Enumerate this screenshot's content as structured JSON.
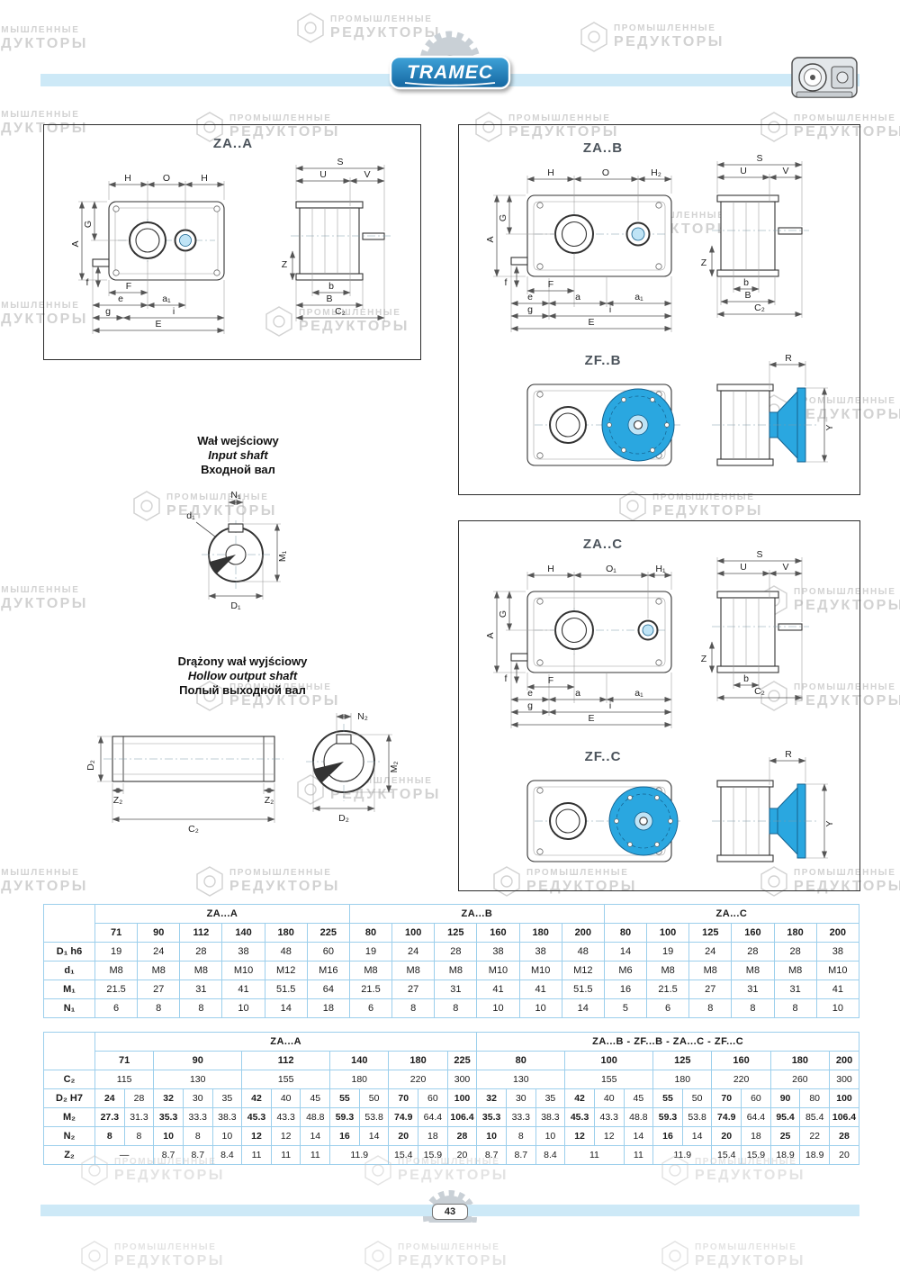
{
  "page": {
    "number": "43",
    "brand": "TRAMEC"
  },
  "watermark": {
    "line1": "ПРОМЫШЛЕННЫЕ",
    "line2": "РЕДУКТОРЫ"
  },
  "sections": {
    "zaa": {
      "title": "ZA..A"
    },
    "zab": {
      "title": "ZA..B"
    },
    "zfb": {
      "title": "ZF..B"
    },
    "zac": {
      "title": "ZA..C"
    },
    "zfc": {
      "title": "ZF..C"
    },
    "input_shaft": {
      "pl": "Wał wejściowy",
      "en": "Input shaft",
      "ru": "Входной вал"
    },
    "hollow_shaft": {
      "pl": "Drążony wał wyjściowy",
      "en": "Hollow output shaft",
      "ru": "Полый выходной вал"
    }
  },
  "dims": {
    "zaa": {
      "top": [
        "H",
        "O",
        "H"
      ],
      "side_top": [
        "S",
        "U",
        "V"
      ],
      "left": [
        "A",
        "G",
        "f"
      ],
      "bottom": [
        "F",
        "e",
        "a₁",
        "g",
        "i",
        "E"
      ],
      "side_bottom": [
        "Z",
        "b",
        "B",
        "C₂"
      ]
    },
    "zab": {
      "top": [
        "H",
        "O",
        "H₂"
      ],
      "side_top": [
        "S",
        "U",
        "V"
      ],
      "left": [
        "A",
        "G",
        "f"
      ],
      "bottom": [
        "F",
        "e",
        "a",
        "a₁",
        "g",
        "i",
        "E"
      ],
      "side_bottom": [
        "Z",
        "b",
        "B",
        "C₂"
      ]
    },
    "zfb": {
      "r": "R",
      "y": "Y"
    },
    "zac": {
      "top": [
        "H",
        "O₁",
        "H₁"
      ],
      "side_top": [
        "S",
        "U",
        "V"
      ],
      "left": [
        "A",
        "G",
        "f"
      ],
      "bottom": [
        "F",
        "e",
        "a",
        "a₁",
        "g",
        "i",
        "E"
      ],
      "side_bottom": [
        "Z",
        "b",
        "C₂"
      ]
    },
    "zfc": {
      "r": "R",
      "y": "Y"
    },
    "input": {
      "n1": "N₁",
      "d1": "d₁",
      "m1": "M₁",
      "dd1": "D₁"
    },
    "hollow": {
      "d2": "D₂",
      "z2l": "Z₂",
      "z2r": "Z₂",
      "c2": "C₂",
      "n2": "N₂",
      "m2": "M₂",
      "d2c": "D₂"
    }
  },
  "table1": {
    "groups": [
      {
        "label": "ZA...A",
        "sizes": [
          "71",
          "90",
          "112",
          "140",
          "180",
          "225"
        ]
      },
      {
        "label": "ZA...B",
        "sizes": [
          "80",
          "100",
          "125",
          "160",
          "180",
          "200"
        ]
      },
      {
        "label": "ZA...C",
        "sizes": [
          "80",
          "100",
          "125",
          "160",
          "180",
          "200"
        ]
      }
    ],
    "rows": [
      {
        "label": "D₁ h6",
        "values": [
          "19",
          "24",
          "28",
          "38",
          "48",
          "60",
          "19",
          "24",
          "28",
          "38",
          "38",
          "48",
          "14",
          "19",
          "24",
          "28",
          "28",
          "38"
        ]
      },
      {
        "label": "d₁",
        "values": [
          "M8",
          "M8",
          "M8",
          "M10",
          "M12",
          "M16",
          "M8",
          "M8",
          "M8",
          "M10",
          "M10",
          "M12",
          "M6",
          "M8",
          "M8",
          "M8",
          "M8",
          "M10"
        ]
      },
      {
        "label": "M₁",
        "values": [
          "21.5",
          "27",
          "31",
          "41",
          "51.5",
          "64",
          "21.5",
          "27",
          "31",
          "41",
          "41",
          "51.5",
          "16",
          "21.5",
          "27",
          "31",
          "31",
          "41"
        ]
      },
      {
        "label": "N₁",
        "values": [
          "6",
          "8",
          "8",
          "10",
          "14",
          "18",
          "6",
          "8",
          "8",
          "10",
          "10",
          "14",
          "5",
          "6",
          "8",
          "8",
          "8",
          "10"
        ]
      }
    ]
  },
  "table2": {
    "groups": [
      {
        "label": "ZA...A",
        "span": 13
      },
      {
        "label": "ZA...B - ZF...B - ZA...C - ZF...C",
        "span": 13
      }
    ],
    "size_row": [
      {
        "t": "71",
        "s": 2
      },
      {
        "t": "90",
        "s": 3
      },
      {
        "t": "112",
        "s": 3
      },
      {
        "t": "140",
        "s": 2
      },
      {
        "t": "180",
        "s": 2
      },
      {
        "t": "225",
        "s": 1
      },
      {
        "t": "80",
        "s": 3
      },
      {
        "t": "100",
        "s": 3
      },
      {
        "t": "125",
        "s": 2
      },
      {
        "t": "160",
        "s": 2
      },
      {
        "t": "180",
        "s": 2
      },
      {
        "t": "200",
        "s": 1
      }
    ],
    "rows": [
      {
        "label": "C₂",
        "cells": [
          {
            "t": "115",
            "s": 2
          },
          {
            "t": "130",
            "s": 3
          },
          {
            "t": "155",
            "s": 3
          },
          {
            "t": "180",
            "s": 2
          },
          {
            "t": "220",
            "s": 2
          },
          {
            "t": "300",
            "s": 1
          },
          {
            "t": "130",
            "s": 3
          },
          {
            "t": "155",
            "s": 3
          },
          {
            "t": "180",
            "s": 2
          },
          {
            "t": "220",
            "s": 2
          },
          {
            "t": "260",
            "s": 2
          },
          {
            "t": "300",
            "s": 1
          }
        ]
      },
      {
        "label": "D₂ H7",
        "cells": [
          {
            "t": "24",
            "b": 1
          },
          {
            "t": "28"
          },
          {
            "t": "32",
            "b": 1
          },
          {
            "t": "30"
          },
          {
            "t": "35"
          },
          {
            "t": "42",
            "b": 1
          },
          {
            "t": "40"
          },
          {
            "t": "45"
          },
          {
            "t": "55",
            "b": 1
          },
          {
            "t": "50"
          },
          {
            "t": "70",
            "b": 1
          },
          {
            "t": "60"
          },
          {
            "t": "100",
            "b": 1
          },
          {
            "t": "32",
            "b": 1
          },
          {
            "t": "30"
          },
          {
            "t": "35"
          },
          {
            "t": "42",
            "b": 1
          },
          {
            "t": "40"
          },
          {
            "t": "45"
          },
          {
            "t": "55",
            "b": 1
          },
          {
            "t": "50"
          },
          {
            "t": "70",
            "b": 1
          },
          {
            "t": "60"
          },
          {
            "t": "90",
            "b": 1
          },
          {
            "t": "80"
          },
          {
            "t": "100",
            "b": 1
          }
        ]
      },
      {
        "label": "M₂",
        "cells": [
          {
            "t": "27.3",
            "b": 1
          },
          {
            "t": "31.3"
          },
          {
            "t": "35.3",
            "b": 1
          },
          {
            "t": "33.3"
          },
          {
            "t": "38.3"
          },
          {
            "t": "45.3",
            "b": 1
          },
          {
            "t": "43.3"
          },
          {
            "t": "48.8"
          },
          {
            "t": "59.3",
            "b": 1
          },
          {
            "t": "53.8"
          },
          {
            "t": "74.9",
            "b": 1
          },
          {
            "t": "64.4"
          },
          {
            "t": "106.4",
            "b": 1
          },
          {
            "t": "35.3",
            "b": 1
          },
          {
            "t": "33.3"
          },
          {
            "t": "38.3"
          },
          {
            "t": "45.3",
            "b": 1
          },
          {
            "t": "43.3"
          },
          {
            "t": "48.8"
          },
          {
            "t": "59.3",
            "b": 1
          },
          {
            "t": "53.8"
          },
          {
            "t": "74.9",
            "b": 1
          },
          {
            "t": "64.4"
          },
          {
            "t": "95.4",
            "b": 1
          },
          {
            "t": "85.4"
          },
          {
            "t": "106.4",
            "b": 1
          }
        ]
      },
      {
        "label": "N₂",
        "cells": [
          {
            "t": "8",
            "b": 1
          },
          {
            "t": "8"
          },
          {
            "t": "10",
            "b": 1
          },
          {
            "t": "8"
          },
          {
            "t": "10"
          },
          {
            "t": "12",
            "b": 1
          },
          {
            "t": "12"
          },
          {
            "t": "14"
          },
          {
            "t": "16",
            "b": 1
          },
          {
            "t": "14"
          },
          {
            "t": "20",
            "b": 1
          },
          {
            "t": "18"
          },
          {
            "t": "28",
            "b": 1
          },
          {
            "t": "10",
            "b": 1
          },
          {
            "t": "8"
          },
          {
            "t": "10"
          },
          {
            "t": "12",
            "b": 1
          },
          {
            "t": "12"
          },
          {
            "t": "14"
          },
          {
            "t": "16",
            "b": 1
          },
          {
            "t": "14"
          },
          {
            "t": "20",
            "b": 1
          },
          {
            "t": "18"
          },
          {
            "t": "25",
            "b": 1
          },
          {
            "t": "22"
          },
          {
            "t": "28",
            "b": 1
          }
        ]
      },
      {
        "label": "Z₂",
        "cells": [
          {
            "t": "—",
            "s": 2
          },
          {
            "t": "8.7"
          },
          {
            "t": "8.7"
          },
          {
            "t": "8.4"
          },
          {
            "t": "11"
          },
          {
            "t": "11"
          },
          {
            "t": "11"
          },
          {
            "t": "11.9",
            "s": 2
          },
          {
            "t": "15.4"
          },
          {
            "t": "15.9"
          },
          {
            "t": "20"
          },
          {
            "t": "8.7"
          },
          {
            "t": "8.7"
          },
          {
            "t": "8.4"
          },
          {
            "t": "11",
            "s": 2
          },
          {
            "t": "11"
          },
          {
            "t": "11.9",
            "s": 2
          },
          {
            "t": "15.4"
          },
          {
            "t": "15.9"
          },
          {
            "t": "18.9"
          },
          {
            "t": "18.9"
          },
          {
            "t": "20"
          }
        ]
      }
    ]
  }
}
